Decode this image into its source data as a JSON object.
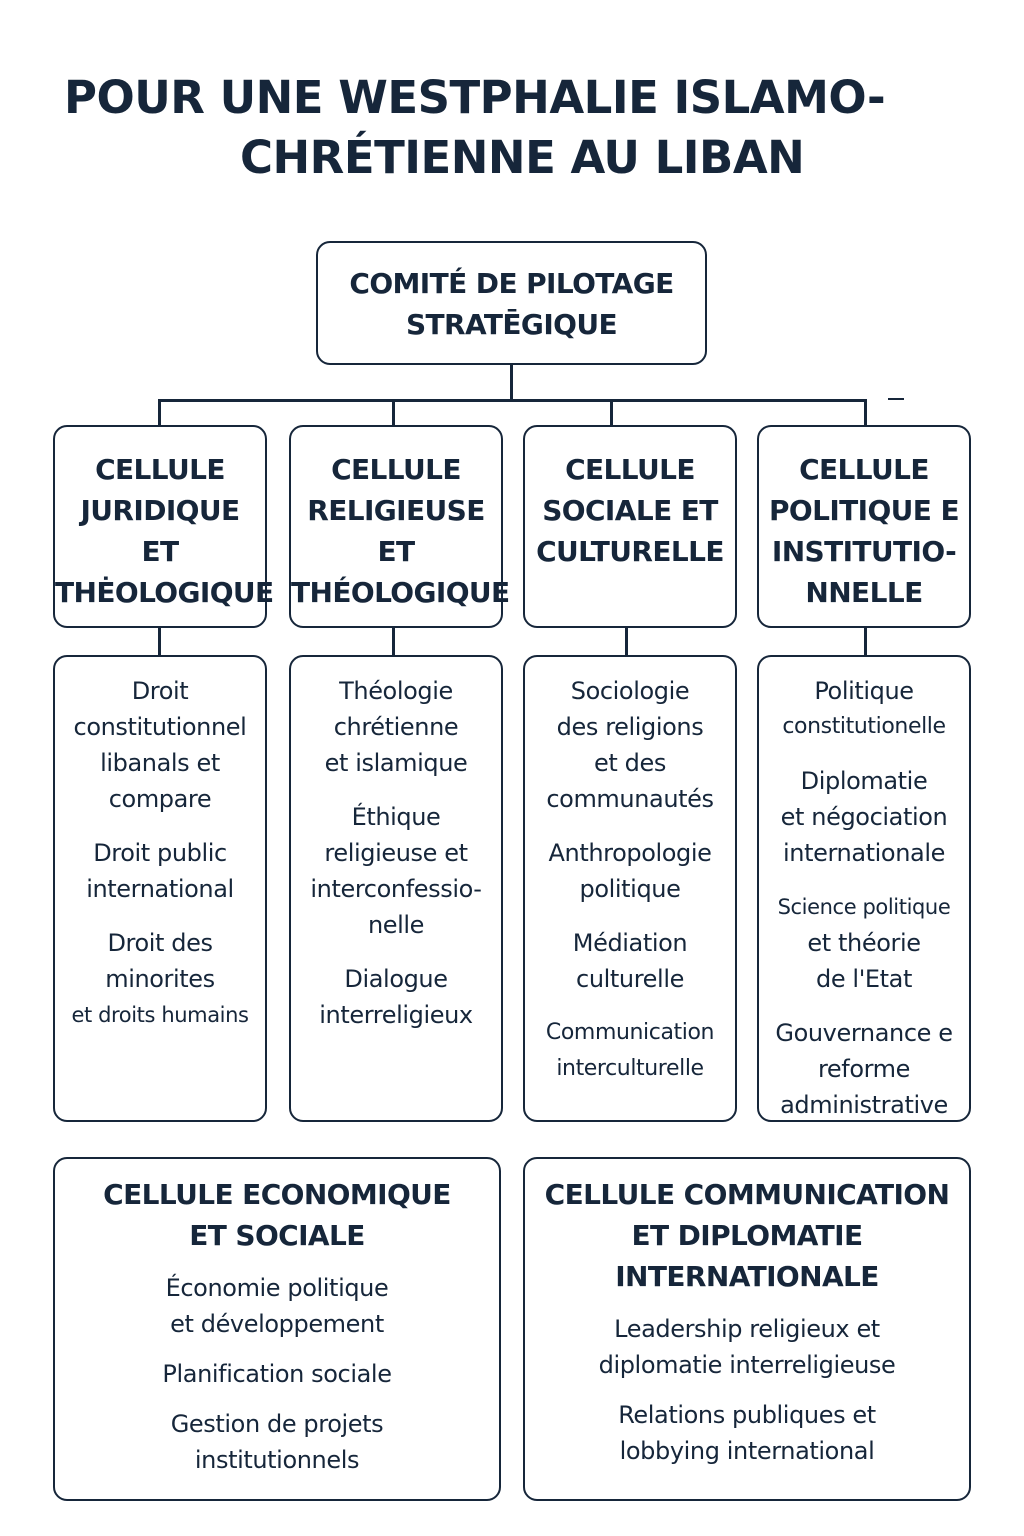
{
  "title": {
    "line1": "POUR UNE WESTPHALIE ISLAMO-",
    "line2": "CHRÉTIENNE AU LIBAN"
  },
  "root": {
    "line1": "COMITÉ DE PILOTAGE",
    "line2": "STRATĒGIQUE"
  },
  "cells": [
    {
      "head": [
        "CELLULE",
        "JURIDIQUE",
        "ET",
        "THĖOLOGIQUE"
      ],
      "groups": [
        [
          "Droit",
          "constitutionnel",
          "libanals et",
          "compare"
        ],
        [
          "Droit public",
          "international"
        ],
        [
          "Droit des",
          "minorites",
          "et droits humains"
        ]
      ]
    },
    {
      "head": [
        "CELLULE",
        "RELIGIEUSE",
        "ET",
        "THÉOLOGIQUE"
      ],
      "groups": [
        [
          "Théologie",
          "chrétienne",
          "et islamique"
        ],
        [
          "Éthique",
          "religieuse et",
          "interconfessio-",
          "nelle"
        ],
        [
          "Dialogue",
          "interreligieux"
        ]
      ]
    },
    {
      "head": [
        "CELLULE",
        "SOCIALE ET",
        "CULTURELLE"
      ],
      "groups": [
        [
          "Sociologie",
          "des religions",
          "et des",
          "communautés"
        ],
        [
          "Anthropologie",
          "politique"
        ],
        [
          "Médiation",
          "culturelle"
        ],
        [
          "Communication",
          "interculturelle"
        ]
      ]
    },
    {
      "head": [
        "CELLULE",
        "POLITIQUE E",
        "INSTITUTIO-",
        "NNELLE"
      ],
      "groups": [
        [
          "Politique",
          "constitutionelle"
        ],
        [
          "Diplomatie",
          "et négociation",
          "internationale"
        ],
        [
          "Science politique",
          "et théorie",
          "de l'Etat"
        ],
        [
          "Gouvernance e",
          "reforme",
          "administrative"
        ]
      ]
    }
  ],
  "bottom": [
    {
      "head": [
        "CELLULE ECONOMIQUE",
        "ET SOCIALE"
      ],
      "groups": [
        [
          "Économie politique",
          "et développement"
        ],
        [
          "Planification sociale"
        ],
        [
          "Gestion de projets",
          "institutionnels"
        ]
      ]
    },
    {
      "head": [
        "CELLULE COMMUNICATION",
        "ET DIPLOMATIE",
        "INTERNATIONALE"
      ],
      "groups": [
        [
          "Leadership religieux et",
          "diplomatie interreligieuse"
        ],
        [
          "Relations publiques et",
          "lobbying international"
        ]
      ]
    }
  ]
}
